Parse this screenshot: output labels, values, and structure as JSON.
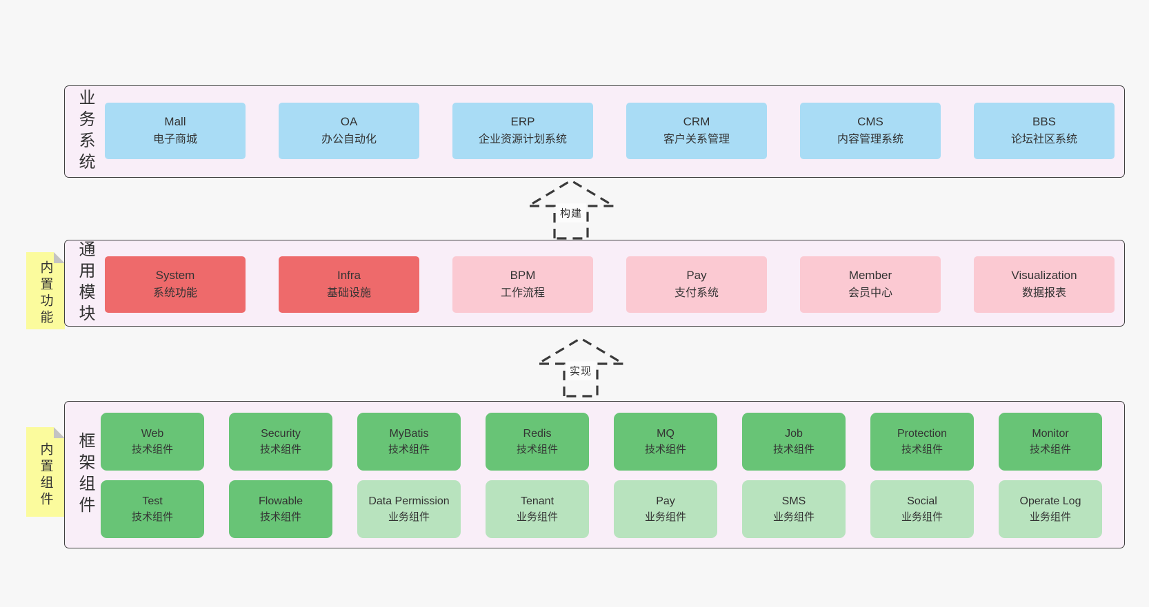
{
  "colors": {
    "background": "#f7f7f7",
    "band_background": "#f9eef8",
    "band_border": "#3f3f3f",
    "business_box_blue": "#a9dcf5",
    "module_box_red": "#ee6a6b",
    "module_box_pink": "#fbc9d2",
    "component_box_green_dark": "#68c476",
    "component_box_green_light": "#b8e3be",
    "sticky_note_yellow": "#fbfb9d",
    "text": "#333333"
  },
  "business_band": {
    "label": "业务系统",
    "boxes": [
      {
        "name": "Mall",
        "desc": "电子商城"
      },
      {
        "name": "OA",
        "desc": "办公自动化"
      },
      {
        "name": "ERP",
        "desc": "企业资源计划系统"
      },
      {
        "name": "CRM",
        "desc": "客户关系管理"
      },
      {
        "name": "CMS",
        "desc": "内容管理系统"
      },
      {
        "name": "BBS",
        "desc": "论坛社区系统"
      }
    ]
  },
  "build_arrow": {
    "label": "构建"
  },
  "modules_band": {
    "label": "通用模块",
    "note": "内置功能",
    "boxes": [
      {
        "name": "System",
        "desc": "系统功能",
        "variant": "red"
      },
      {
        "name": "Infra",
        "desc": "基础设施",
        "variant": "red"
      },
      {
        "name": "BPM",
        "desc": "工作流程",
        "variant": "pink"
      },
      {
        "name": "Pay",
        "desc": "支付系统",
        "variant": "pink"
      },
      {
        "name": "Member",
        "desc": "会员中心",
        "variant": "pink"
      },
      {
        "name": "Visualization",
        "desc": "数据报表",
        "variant": "pink"
      }
    ]
  },
  "implement_arrow": {
    "label": "实现"
  },
  "components_band": {
    "label": "框架组件",
    "note": "内置组件",
    "row1": [
      {
        "name": "Web",
        "desc": "技术组件",
        "variant": "dark"
      },
      {
        "name": "Security",
        "desc": "技术组件",
        "variant": "dark"
      },
      {
        "name": "MyBatis",
        "desc": "技术组件",
        "variant": "dark"
      },
      {
        "name": "Redis",
        "desc": "技术组件",
        "variant": "dark"
      },
      {
        "name": "MQ",
        "desc": "技术组件",
        "variant": "dark"
      },
      {
        "name": "Job",
        "desc": "技术组件",
        "variant": "dark"
      },
      {
        "name": "Protection",
        "desc": "技术组件",
        "variant": "dark"
      },
      {
        "name": "Monitor",
        "desc": "技术组件",
        "variant": "dark"
      }
    ],
    "row2": [
      {
        "name": "Test",
        "desc": "技术组件",
        "variant": "dark"
      },
      {
        "name": "Flowable",
        "desc": "技术组件",
        "variant": "dark"
      },
      {
        "name": "Data Permission",
        "desc": "业务组件",
        "variant": "light"
      },
      {
        "name": "Tenant",
        "desc": "业务组件",
        "variant": "light"
      },
      {
        "name": "Pay",
        "desc": "业务组件",
        "variant": "light"
      },
      {
        "name": "SMS",
        "desc": "业务组件",
        "variant": "light"
      },
      {
        "name": "Social",
        "desc": "业务组件",
        "variant": "light"
      },
      {
        "name": "Operate Log",
        "desc": "业务组件",
        "variant": "light"
      }
    ]
  }
}
